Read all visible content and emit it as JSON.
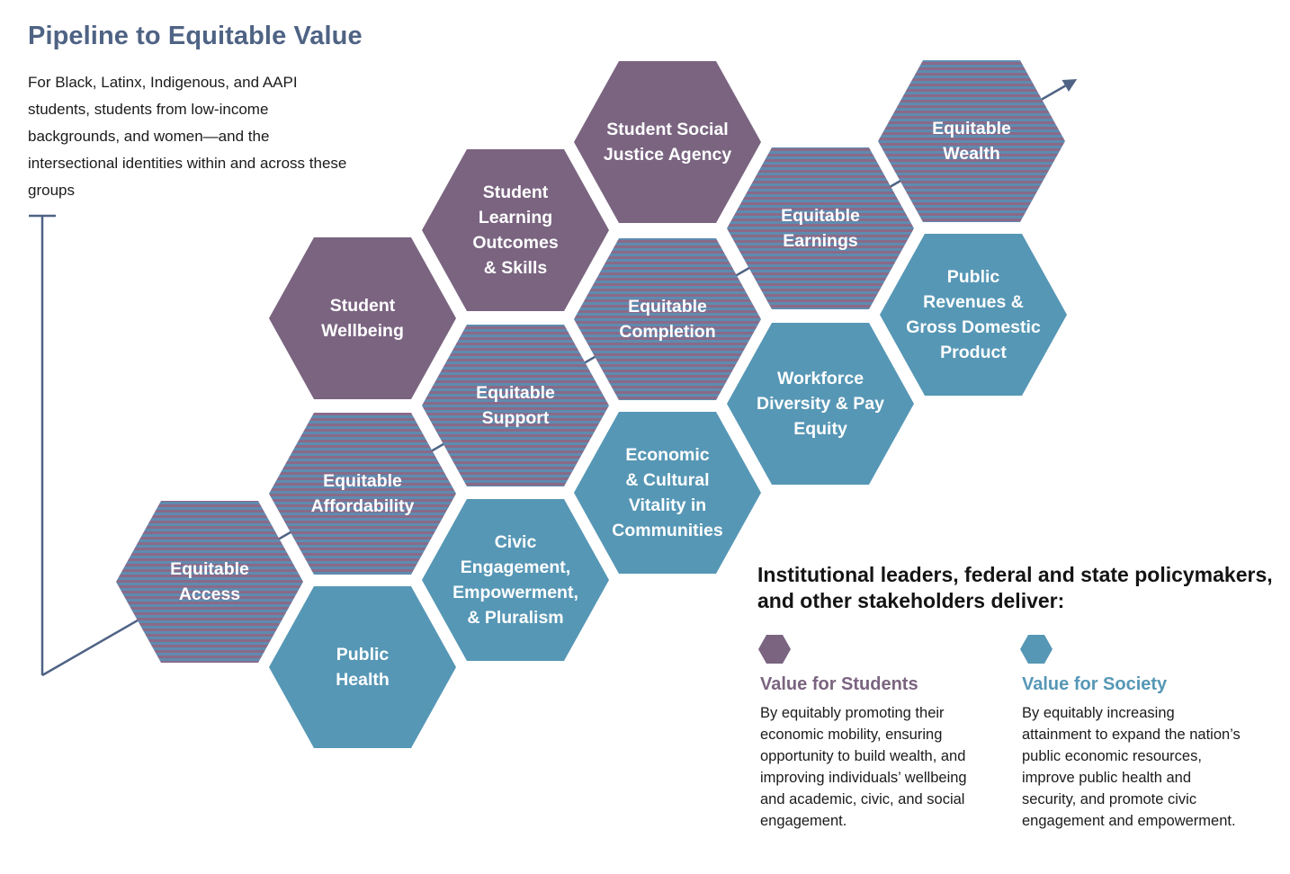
{
  "title": "Pipeline to Equitable Value",
  "subtitle": "For Black, Latinx, Indigenous, and AAPI students, students from low-income backgrounds, and women—and the intersectional identities within and across these groups",
  "colors": {
    "students": "#7a6480",
    "society": "#5697b5",
    "equity_stripe_a": "#5e8bb0",
    "equity_stripe_b": "#8a6a88",
    "axis": "#4f6384"
  },
  "hexagons": [
    {
      "id": "equitable-access",
      "label": [
        "Equitable",
        "Access"
      ],
      "kind": "equity"
    },
    {
      "id": "public-health",
      "label": [
        "Public",
        "Health"
      ],
      "kind": "society"
    },
    {
      "id": "equitable-affordability",
      "label": [
        "Equitable",
        "Affordability"
      ],
      "kind": "equity"
    },
    {
      "id": "student-wellbeing",
      "label": [
        "Student",
        "Wellbeing"
      ],
      "kind": "students"
    },
    {
      "id": "civic-engagement",
      "label": [
        "Civic",
        "Engagement,",
        "Empowerment,",
        "& Pluralism"
      ],
      "kind": "society"
    },
    {
      "id": "equitable-support",
      "label": [
        "Equitable",
        "Support"
      ],
      "kind": "equity"
    },
    {
      "id": "student-learning",
      "label": [
        "Student",
        "Learning",
        "Outcomes",
        "& Skills"
      ],
      "kind": "students"
    },
    {
      "id": "economic-cultural",
      "label": [
        "Economic",
        "& Cultural",
        "Vitality in",
        "Communities"
      ],
      "kind": "society"
    },
    {
      "id": "equitable-completion",
      "label": [
        "Equitable",
        "Completion"
      ],
      "kind": "equity"
    },
    {
      "id": "student-social-justice",
      "label": [
        "Student Social",
        "Justice Agency"
      ],
      "kind": "students"
    },
    {
      "id": "workforce-diversity",
      "label": [
        "Workforce",
        "Diversity & Pay",
        "Equity"
      ],
      "kind": "society"
    },
    {
      "id": "equitable-earnings",
      "label": [
        "Equitable",
        "Earnings"
      ],
      "kind": "equity"
    },
    {
      "id": "public-revenues",
      "label": [
        "Public",
        "Revenues &",
        "Gross Domestic",
        "Product"
      ],
      "kind": "society"
    },
    {
      "id": "equitable-wealth",
      "label": [
        "Equitable",
        "Wealth"
      ],
      "kind": "equity"
    }
  ],
  "legend": {
    "heading": "Institutional leaders, federal and state policymakers, and other stakeholders deliver:",
    "students": {
      "title": "Value for Students",
      "description": "By equitably promoting their economic mobility, ensuring opportunity to build wealth, and improving individuals’ wellbeing and academic, civic, and social engagement."
    },
    "society": {
      "title": "Value for Society",
      "description": "By equitably increasing attainment to expand the nation’s public economic resources, improve public health and security, and promote civic engagement and empowerment."
    }
  }
}
